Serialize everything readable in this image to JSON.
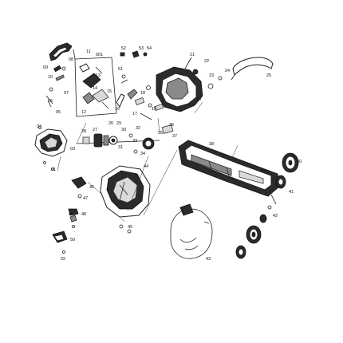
{
  "callouts": {
    "c01": "01",
    "c02": "02",
    "c03": "03",
    "c04": "04",
    "c05": "05",
    "c06": "06",
    "c07": "07",
    "c08": "08",
    "c09": "09",
    "c10": "10",
    "c11": "11",
    "c12": "12",
    "c13": "13",
    "c14": "14",
    "c15": "15",
    "c16": "16",
    "c17": "17",
    "c18": "18",
    "c19": "19",
    "c20": "20",
    "c21": "21",
    "c22": "22",
    "c23": "23",
    "c24": "24",
    "c25": "25",
    "c26": "26",
    "c27": "27",
    "c28": "28",
    "c29": "29",
    "c30": "30",
    "c31": "31",
    "c32": "32",
    "c33": "33",
    "c34": "34",
    "c35": "35",
    "c36": "36",
    "c37": "37",
    "c38": "38",
    "c39": "39",
    "c40": "40",
    "c41": "41",
    "c42": "42",
    "c43": "43",
    "c44": "44",
    "c45": "45",
    "c46": "46",
    "c47": "47",
    "c48": "48",
    "c49": "49",
    "c50": "50",
    "c51": "51",
    "c52": "52",
    "c53": "53",
    "c54": "54",
    "c901": "901"
  }
}
